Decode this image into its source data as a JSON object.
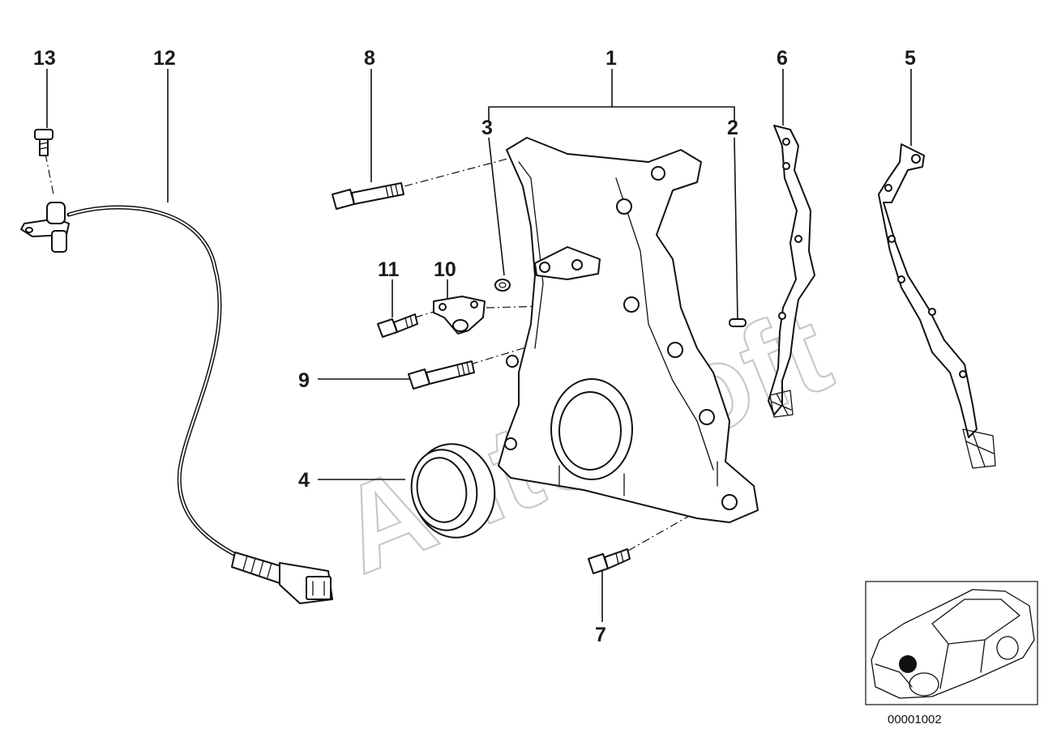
{
  "callouts": {
    "c1": "1",
    "c2": "2",
    "c3": "3",
    "c4": "4",
    "c5": "5",
    "c6": "6",
    "c7": "7",
    "c8": "8",
    "c9": "9",
    "c10": "10",
    "c11": "11",
    "c12": "12",
    "c13": "13"
  },
  "watermark": "AutoSoft",
  "diagram_code": "00001002",
  "colors": {
    "ink": "#111111",
    "watermark": "#c8c8c8",
    "background": "#ffffff"
  }
}
